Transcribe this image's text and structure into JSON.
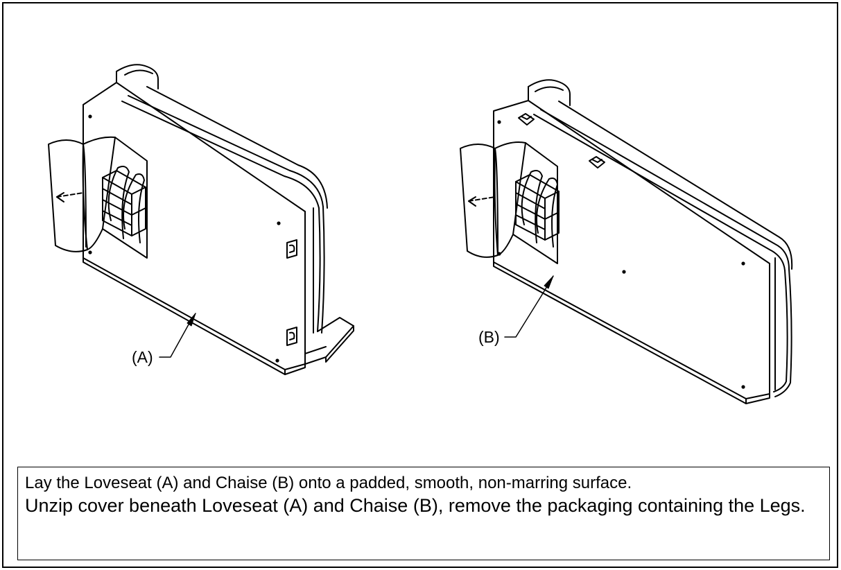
{
  "labels": {
    "loveseat": "(A)",
    "chaise": "(B)"
  },
  "caption": {
    "line1": "Lay the Loveseat (A) and Chaise (B) onto a padded, smooth, non-marring surface.",
    "line2": "Unzip cover beneath Loveseat (A) and Chaise (B), remove the packaging containing the Legs."
  }
}
